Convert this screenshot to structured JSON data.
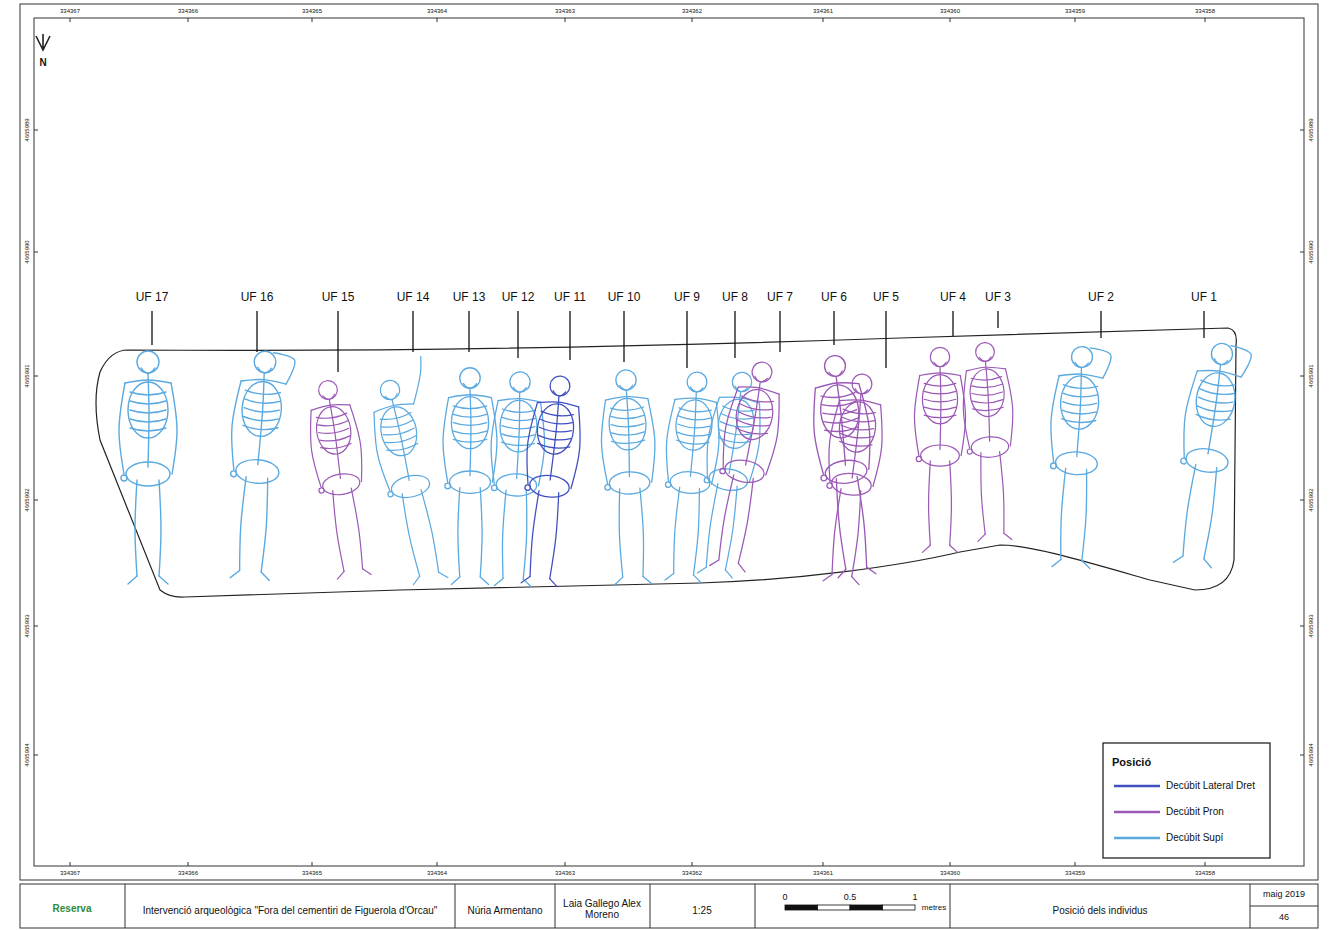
{
  "diagram": {
    "labels": [
      "N",
      "UF 17",
      "UF 16",
      "UF 15",
      "UF 14",
      "UF 13",
      "UF 12",
      "UF 11",
      "UF 10",
      "UF 9",
      "UF 8",
      "UF 7",
      "UF 6",
      "UF 5",
      "UF 4",
      "UF 3",
      "UF 2",
      "UF 1",
      "334367",
      "334366",
      "334365",
      "334364",
      "334363",
      "334362",
      "334361",
      "334360",
      "334359",
      "334358",
      "334367",
      "334366",
      "334365",
      "334364",
      "334363",
      "334362",
      "334361",
      "334360",
      "334359",
      "334358",
      "4665989",
      "4665990",
      "4665991",
      "4665992",
      "4665993",
      "4665994",
      "4665989",
      "4665990",
      "4665991",
      "4665992",
      "4665993",
      "4665994",
      "Posició",
      "Reserva",
      "Intervenció arqueològica \"Fora del cementiri de Figuerola d'Orcau\"",
      "Núria Armentano",
      "Laia Gallego Alex Moreno",
      "1:25",
      "0",
      "0.5",
      "1",
      "metres",
      "Posició dels individus",
      "maig 2019",
      "46"
    ],
    "legend": [
      {
        "text": "Decúbit Lateral Dret",
        "color": "#3f4fc0"
      },
      {
        "text": "Decúbit Pron",
        "color": "#9b59b6"
      },
      {
        "text": "Decúbit Supí",
        "color": "#5aa9e0"
      }
    ]
  }
}
